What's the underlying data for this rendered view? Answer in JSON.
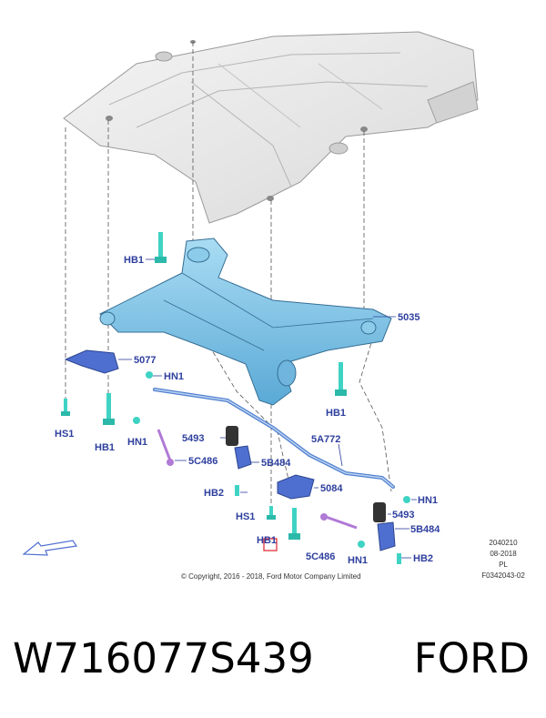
{
  "labels": {
    "hb1_top": "HB1",
    "p5035": "5035",
    "p5077": "5077",
    "hn1_a": "HN1",
    "hs1_left": "HS1",
    "hb1_left": "HB1",
    "hn1_b": "HN1",
    "hb1_mid": "HB1",
    "p5493_a": "5493",
    "p5a772": "5A772",
    "p5c486_a": "5C486",
    "p5b484_a": "5B484",
    "p5084": "5084",
    "hb2_a": "HB2",
    "hn1_c": "HN1",
    "hs1_mid": "HS1",
    "p5493_b": "5493",
    "p5b484_b": "5B484",
    "hb1_bottom": "HB1",
    "p5c486_b": "5C486",
    "hn1_d": "HN1",
    "hb2_b": "HB2"
  },
  "meta": {
    "line1": "2040210",
    "line2": "08-2018",
    "line3": "PL",
    "line4": "F0342043-02"
  },
  "copyright": "© Copyright, 2016 - 2018, Ford Motor Company Limited",
  "caption": {
    "part_number": "W716077S439",
    "brand": "FORD"
  },
  "colors": {
    "label": "#2e3f9e",
    "part_fill": "#7ec3e6",
    "fastener": "#3fd3c4",
    "bracket": "#4f6fd0",
    "link": "#b07ad6",
    "highlight": "#e0202a"
  }
}
